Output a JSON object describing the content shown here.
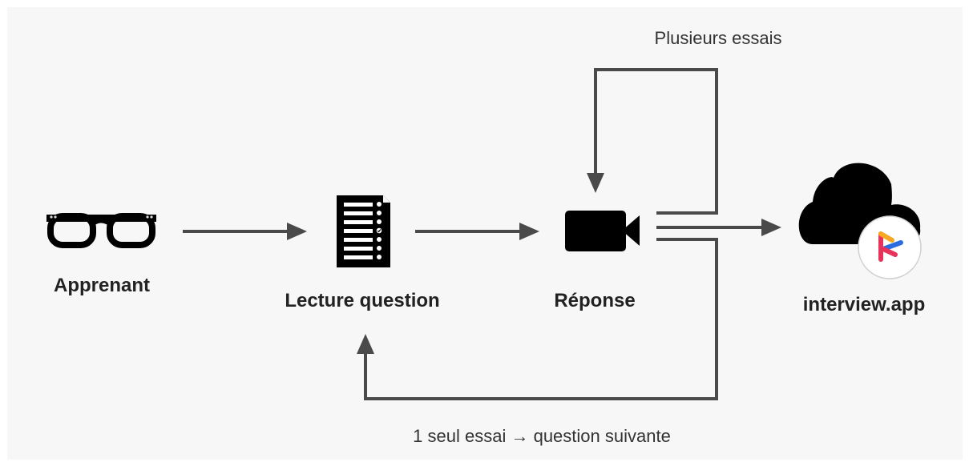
{
  "nodes": {
    "learner": {
      "label": "Apprenant",
      "icon": "glasses-icon"
    },
    "reading": {
      "label": "Lecture question",
      "icon": "document-list-icon"
    },
    "answer": {
      "label": "Réponse",
      "icon": "video-camera-icon"
    },
    "platform": {
      "label": "interview.app",
      "icon": "cloud-logo-icon"
    }
  },
  "edges": {
    "retry_label": "Plusieurs essais",
    "single_label": "1 seul essai → question suivante"
  },
  "colors": {
    "background": "#f7f7f7",
    "arrow": "#4a4a4a",
    "icon": "#000000",
    "text": "#222222",
    "logo_red": "#e8335a",
    "logo_orange": "#f7a823",
    "logo_blue": "#2a6de0"
  }
}
